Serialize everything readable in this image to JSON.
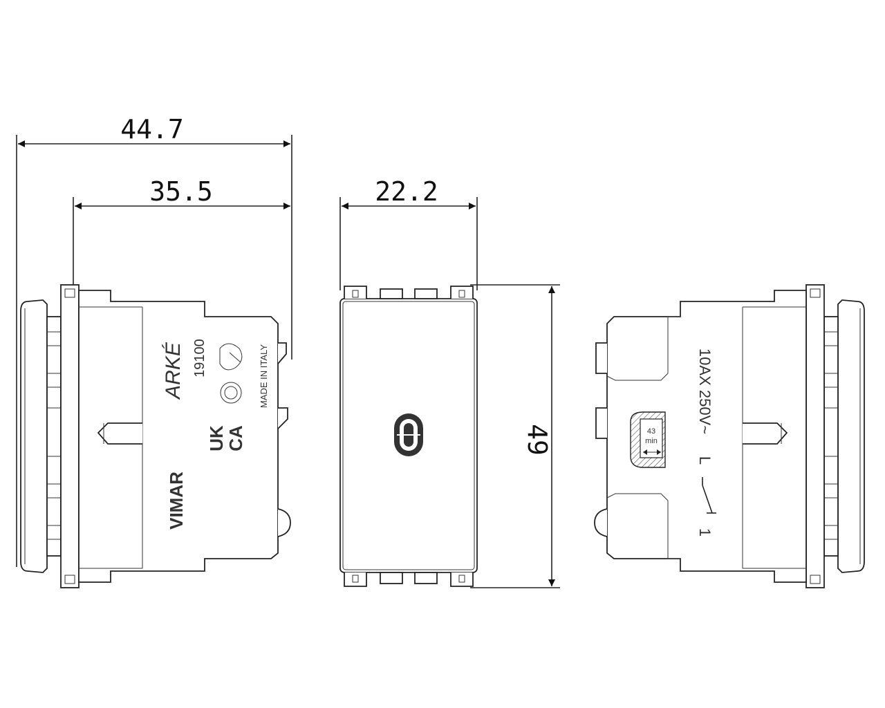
{
  "dimensions": {
    "overall_depth": "44.7",
    "body_depth": "35.5",
    "width": "22.2",
    "height": "49"
  },
  "side_view_markings": {
    "series": "ARKÉ",
    "code": "19100",
    "origin": "MADE IN ITALY",
    "cert_uk": "UK",
    "cert_ca": "CA",
    "brand": "VIMAR"
  },
  "rear_view_markings": {
    "rating": "10AX 250V~",
    "terminal_l": "L",
    "terminal_1": "1",
    "strip_value": "43",
    "strip_unit": "min"
  },
  "colors": {
    "line": "#222222",
    "background": "#ffffff"
  }
}
